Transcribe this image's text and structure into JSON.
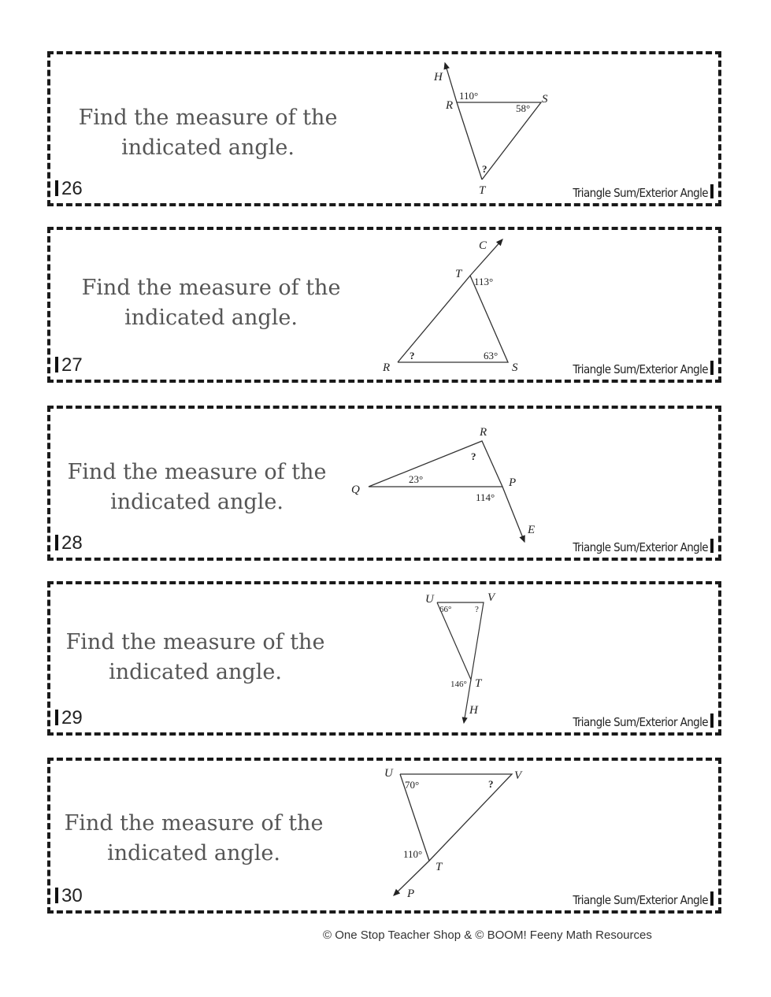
{
  "cards": [
    {
      "number": "26",
      "prompt_line1": "Find the measure of the",
      "prompt_line2": "indicated angle.",
      "topic": "Triangle Sum/Exterior Angle",
      "diagram": {
        "vertices": [
          "H",
          "R",
          "S",
          "T"
        ],
        "angles": [
          "110°",
          "58°",
          "?"
        ]
      }
    },
    {
      "number": "27",
      "prompt_line1": "Find the measure of the",
      "prompt_line2": "indicated angle.",
      "topic": "Triangle Sum/Exterior Angle",
      "diagram": {
        "vertices": [
          "C",
          "T",
          "R",
          "S"
        ],
        "angles": [
          "113°",
          "?",
          "63°"
        ]
      }
    },
    {
      "number": "28",
      "prompt_line1": "Find the measure of the",
      "prompt_line2": "indicated angle.",
      "topic": "Triangle Sum/Exterior Angle",
      "diagram": {
        "vertices": [
          "R",
          "Q",
          "P",
          "E"
        ],
        "angles": [
          "?",
          "23°",
          "114°"
        ]
      }
    },
    {
      "number": "29",
      "prompt_line1": "Find the measure of the",
      "prompt_line2": "indicated angle.",
      "topic": "Triangle Sum/Exterior Angle",
      "diagram": {
        "vertices": [
          "U",
          "V",
          "T",
          "H"
        ],
        "angles": [
          "66°",
          "?",
          "146°"
        ]
      }
    },
    {
      "number": "30",
      "prompt_line1": "Find the measure of the",
      "prompt_line2": "indicated angle.",
      "topic": "Triangle Sum/Exterior Angle",
      "diagram": {
        "vertices": [
          "U",
          "V",
          "T",
          "P"
        ],
        "angles": [
          "70°",
          "?",
          "110°"
        ]
      }
    }
  ],
  "footer": "© One Stop Teacher Shop & © BOOM! Feeny Math Resources"
}
